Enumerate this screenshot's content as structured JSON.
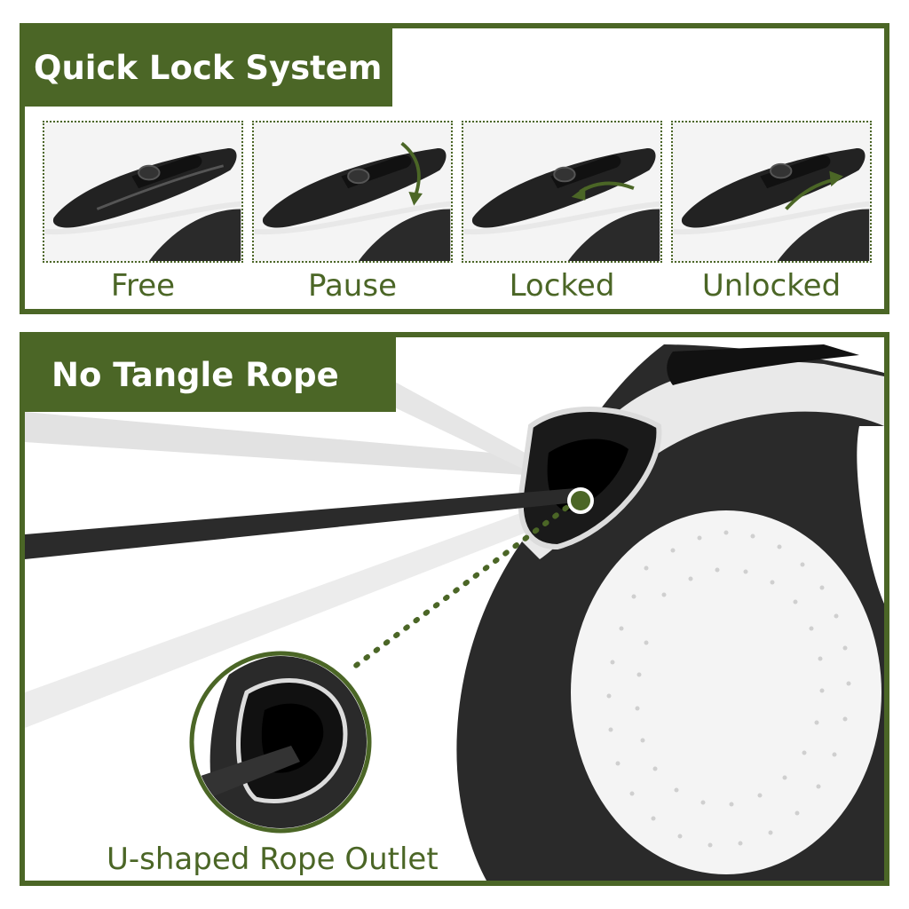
{
  "colors": {
    "brand_green": "#4b6626",
    "handle_dark": "#2a2a2a",
    "shell_white": "#f4f4f4"
  },
  "quick_lock": {
    "title": "Quick Lock System",
    "modes": [
      {
        "label": "Free",
        "icon": "handle-button-center"
      },
      {
        "label": "Pause",
        "icon": "arrow-down-icon"
      },
      {
        "label": "Locked",
        "icon": "arrow-back-icon"
      },
      {
        "label": "Unlocked",
        "icon": "arrow-forward-icon"
      }
    ]
  },
  "no_tangle": {
    "title": "No Tangle Rope",
    "outlet_caption": "U-shaped Rope Outlet"
  }
}
